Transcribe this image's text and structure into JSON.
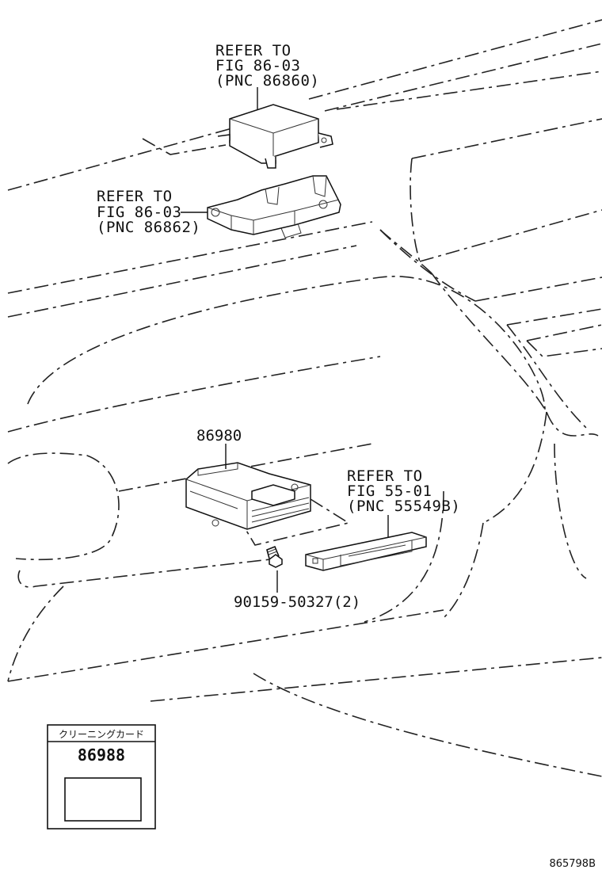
{
  "callouts": {
    "airbag_sensor": {
      "line1": "REFER TO",
      "line2": "FIG 86-03",
      "line3": "(PNC 86860)"
    },
    "sensor_bracket": {
      "line1": "REFER TO",
      "line2": "FIG 86-03",
      "line3": "(PNC 86862)"
    },
    "glove_box_part": {
      "line1": "REFER TO",
      "line2": "FIG 55-01",
      "line3": "(PNC 55549B)"
    }
  },
  "parts": {
    "reader_unit": "86980",
    "screw": "90159-50327(2)"
  },
  "card_box": {
    "title": "クリーニングカード",
    "part_number": "86988"
  },
  "figure_code": "865798B"
}
